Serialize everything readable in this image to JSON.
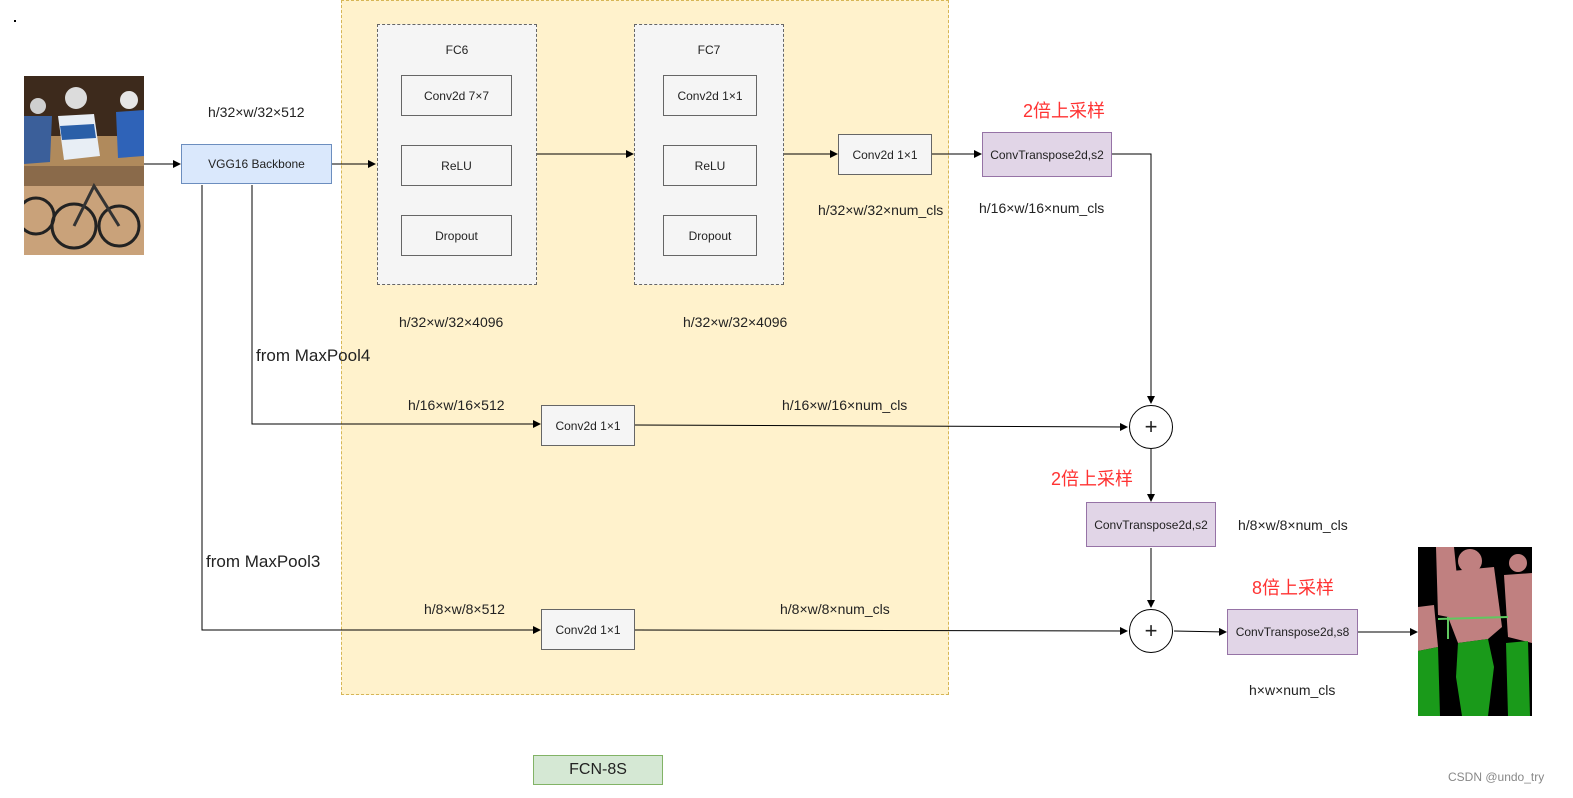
{
  "backbone": {
    "label": "VGG16 Backbone"
  },
  "fc6": {
    "title": "FC6",
    "layers": [
      "Conv2d 7×7",
      "ReLU",
      "Dropout"
    ]
  },
  "fc7": {
    "title": "FC7",
    "layers": [
      "Conv2d 1×1",
      "ReLU",
      "Dropout"
    ]
  },
  "conv_score32": {
    "label": "Conv2d 1×1"
  },
  "conv_pool4": {
    "label": "Conv2d 1×1"
  },
  "conv_pool3": {
    "label": "Conv2d 1×1"
  },
  "upsample1": {
    "label": "ConvTranspose2d,s2",
    "caption": "2倍上采样"
  },
  "upsample2": {
    "label": "ConvTranspose2d,s2",
    "caption": "2倍上采样"
  },
  "upsample3": {
    "label": "ConvTranspose2d,s8",
    "caption": "8倍上采样"
  },
  "sum_symbol": "+",
  "shapes": {
    "backbone_out": "h/32×w/32×512",
    "fc6_out": "h/32×w/32×4096",
    "fc7_out": "h/32×w/32×4096",
    "score32_out": "h/32×w/32×num_cls",
    "up1_out": "h/16×w/16×num_cls",
    "pool4_in": "h/16×w/16×512",
    "pool4_out": "h/16×w/16×num_cls",
    "up2_out": "h/8×w/8×num_cls",
    "pool3_in": "h/8×w/8×512",
    "pool3_out": "h/8×w/8×num_cls",
    "final_out": "h×w×num_cls"
  },
  "skips": {
    "pool4": "from MaxPool4",
    "pool3": "from MaxPool3"
  },
  "model_name": "FCN-8S",
  "watermark": "CSDN @undo_try",
  "colors": {
    "region": "#fff2cc",
    "backbone": "#dae8fc",
    "upsample": "#e1d5e7",
    "title_box": "#d5e8d4",
    "red_caption": "#ff3333"
  }
}
